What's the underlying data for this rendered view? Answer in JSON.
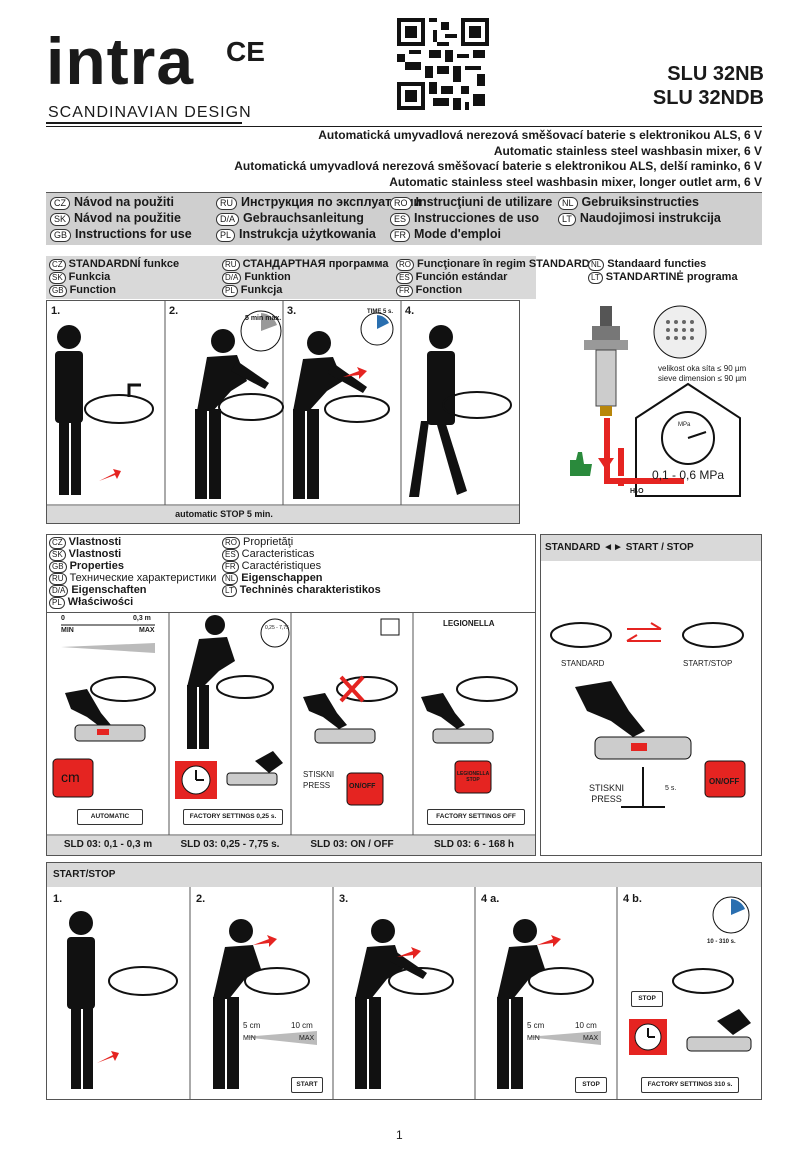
{
  "header": {
    "brand": "intra",
    "ce_mark": "CE",
    "tagline": "SCANDINAVIAN DESIGN",
    "model_1": "SLU 32NB",
    "model_2": "SLU 32NDB",
    "subtitles": [
      "Automatická umyvadlová nerezová směšovací baterie s elektronikou ALS, 6 V",
      "Automatic stainless steel washbasin mixer, 6 V",
      "Automatická umyvadlová nerezová směšovací baterie s elektronikou ALS, delší raminko, 6 V",
      "Automatic stainless steel washbasin mixer, longer outlet arm, 6 V"
    ]
  },
  "manuals": [
    {
      "code": "CZ",
      "label": "Návod na použiti"
    },
    {
      "code": "SK",
      "label": "Návod na použitie"
    },
    {
      "code": "GB",
      "label": "Instructions for use"
    },
    {
      "code": "RU",
      "label": "Инструкция по эксплуатации"
    },
    {
      "code": "D/A",
      "label": "Gebrauchsanleitung"
    },
    {
      "code": "PL",
      "label": "Instrukcja użytkowania"
    },
    {
      "code": "RO",
      "label": "Instrucţiuni de utilizare"
    },
    {
      "code": "ES",
      "label": "Instrucciones de uso"
    },
    {
      "code": "FR",
      "label": "Mode d'emploi"
    },
    {
      "code": "NL",
      "label": "Gebruiksinstructies"
    },
    {
      "code": "LT",
      "label": "Naudojimosi instrukcija"
    }
  ],
  "function_titles": [
    {
      "code": "CZ",
      "label": "STANDARDNÍ funkce"
    },
    {
      "code": "SK",
      "label": "Funkcia"
    },
    {
      "code": "GB",
      "label": "Function"
    },
    {
      "code": "RU",
      "label": "СТАНДАРТНАЯ программа"
    },
    {
      "code": "D/A",
      "label": "Funktion"
    },
    {
      "code": "PL",
      "label": "Funkcja"
    },
    {
      "code": "RO",
      "label": "Funcţionare în regim STANDARD"
    },
    {
      "code": "ES",
      "label": "Función estándar"
    },
    {
      "code": "FR",
      "label": "Fonction"
    },
    {
      "code": "NL",
      "label": "Standaard functies"
    },
    {
      "code": "LT",
      "label": "STANDARTINĖ programa"
    }
  ],
  "steps_top": [
    "1.",
    "2.",
    "3.",
    "4."
  ],
  "step2_timer": "5 min max.",
  "step3_timer": "TIME 5 s.",
  "auto_stop": "automatic STOP 5 min.",
  "sieve": {
    "cz": "velikost oka síta ≤ 90 µm",
    "en": "sieve dimension ≤ 90 µm"
  },
  "pressure": "0,1 - 0,6 MPa",
  "gauge_unit": "MPa",
  "water": "H₂O",
  "properties_titles": [
    {
      "code": "CZ",
      "label": "Vlastnosti"
    },
    {
      "code": "SK",
      "label": "Vlastnosti"
    },
    {
      "code": "GB",
      "label": "Properties"
    },
    {
      "code": "RU",
      "label": "Технические характеристики"
    },
    {
      "code": "D/A",
      "label": "Eigenschaften"
    },
    {
      "code": "PL",
      "label": "Właściwości"
    },
    {
      "code": "RO",
      "label": "Proprietăţi"
    },
    {
      "code": "ES",
      "label": "Caracteristicas"
    },
    {
      "code": "FR",
      "label": "Caractéristiques"
    },
    {
      "code": "NL",
      "label": "Eigenschappen"
    },
    {
      "code": "LT",
      "label": "Techninės charakteristikos"
    }
  ],
  "props": {
    "range_0": "0",
    "range_max": "0,3 m",
    "min": "MIN",
    "max": "MAX",
    "cm": "cm",
    "automatic": "AUTOMATIC",
    "factory_025": "FACTORY SETTINGS 0,25 s.",
    "timer_2": "0,25 - 7,75",
    "stiskni": "STISKNI",
    "press": "PRESS",
    "onoff": "ON/OFF",
    "legionella": "LEGIONELLA",
    "legionella_stop": "LEGIONELLA STOP",
    "factory_off": "FACTORY SETTINGS OFF",
    "sld": [
      "SLD 03: 0,1 - 0,3 m",
      "SLD 03: 0,25 - 7,75 s.",
      "SLD 03: ON / OFF",
      "SLD 03: 6 - 168 h"
    ]
  },
  "standard": {
    "title": "STANDARD ◄► START / STOP",
    "left": "STANDARD",
    "right": "START/STOP",
    "stiskni": "STISKNI",
    "press": "PRESS",
    "time": "5 s.",
    "onoff": "ON/OFF"
  },
  "startstop": {
    "title": "START/STOP",
    "steps": [
      "1.",
      "2.",
      "3.",
      "4 a.",
      "4 b."
    ],
    "cm5": "5 cm",
    "cm10": "10 cm",
    "min": "MIN",
    "max": "MAX",
    "start": "START",
    "stop": "STOP",
    "timer": "10 - 310 s.",
    "factory": "FACTORY SETTINGS 310 s."
  },
  "page_number": "1",
  "colors": {
    "accent": "#e52421",
    "panel": "#d9d9d9",
    "ink": "#1a1a1a"
  }
}
